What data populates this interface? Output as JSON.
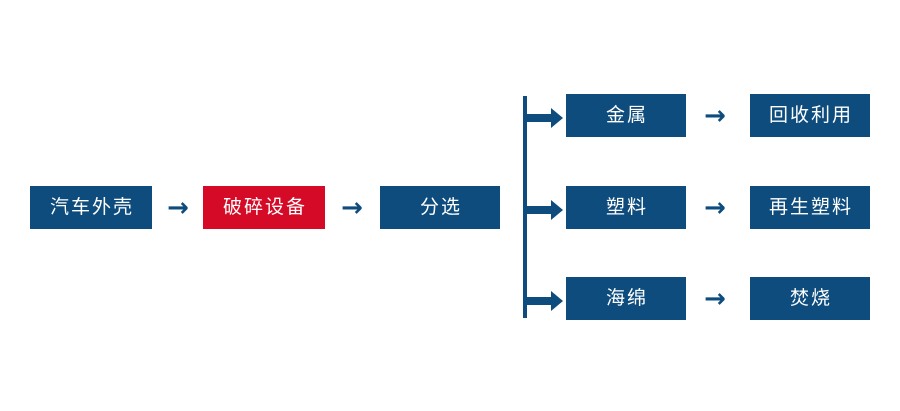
{
  "diagram": {
    "title": "",
    "colors": {
      "node_blue": "#0d4c7d",
      "node_red": "#d50a26",
      "arrow": "#0d4c7d",
      "background": "#ffffff",
      "label_text": "#ffffff"
    },
    "arrow_glyph": "→",
    "main_chain": [
      {
        "id": "car-shell",
        "label": "汽车外壳",
        "color": "blue"
      },
      {
        "id": "shredder",
        "label": "破碎设备",
        "color": "red"
      },
      {
        "id": "sorting",
        "label": "分选",
        "color": "blue"
      }
    ],
    "branches": [
      {
        "id": "metal",
        "material": {
          "id": "metal-material",
          "label": "金属",
          "color": "blue"
        },
        "outcome": {
          "id": "metal-outcome",
          "label": "回收利用",
          "color": "blue"
        }
      },
      {
        "id": "plastic",
        "material": {
          "id": "plastic-material",
          "label": "塑料",
          "color": "blue"
        },
        "outcome": {
          "id": "plastic-outcome",
          "label": "再生塑料",
          "color": "blue"
        }
      },
      {
        "id": "sponge",
        "material": {
          "id": "sponge-material",
          "label": "海绵",
          "color": "blue"
        },
        "outcome": {
          "id": "sponge-outcome",
          "label": "焚烧",
          "color": "blue"
        }
      }
    ]
  }
}
